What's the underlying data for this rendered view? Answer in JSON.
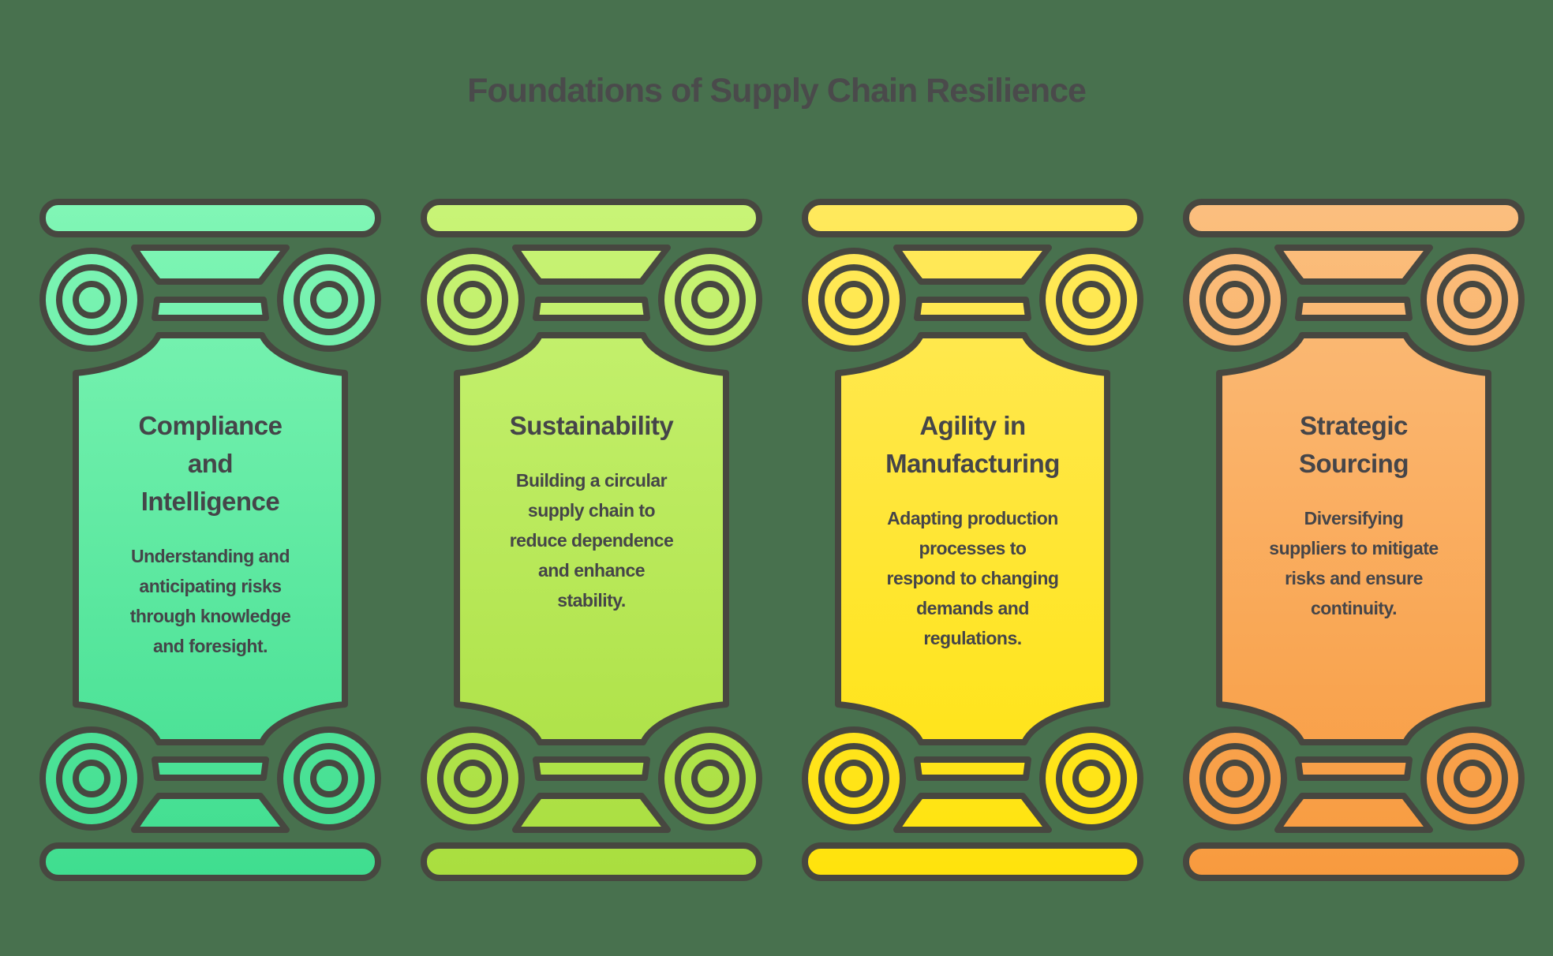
{
  "title": "Foundations of Supply Chain Resilience",
  "colors": {
    "background": "#48714E",
    "outline": "#474740",
    "title_text": "#4A4A4B",
    "pillar_text": "#454549"
  },
  "pillars": [
    {
      "id": "compliance-and-intelligence",
      "heading_lines": [
        "Compliance",
        "and",
        "Intelligence"
      ],
      "body_lines": [
        "Understanding and",
        "anticipating risks",
        "through knowledge",
        "and foresight."
      ],
      "gradient": {
        "top": "#81F6B6",
        "bottom": "#3FDD8F"
      }
    },
    {
      "id": "sustainability",
      "heading_lines": [
        "Sustainability"
      ],
      "body_lines": [
        "Building a circular",
        "supply chain to",
        "reduce dependence",
        "and enhance",
        "stability."
      ],
      "gradient": {
        "top": "#C9F477",
        "bottom": "#A9DE3E"
      }
    },
    {
      "id": "agility-in-manufacturing",
      "heading_lines": [
        "Agility in",
        "Manufacturing"
      ],
      "body_lines": [
        "Adapting production",
        "processes to",
        "respond to changing",
        "demands and",
        "regulations."
      ],
      "gradient": {
        "top": "#FFE95E",
        "bottom": "#FFE30B"
      }
    },
    {
      "id": "strategic-sourcing",
      "heading_lines": [
        "Strategic",
        "Sourcing"
      ],
      "body_lines": [
        "Diversifying",
        "suppliers to mitigate",
        "risks and ensure",
        "continuity."
      ],
      "gradient": {
        "top": "#FBBF7F",
        "bottom": "#F89A3E"
      }
    }
  ]
}
